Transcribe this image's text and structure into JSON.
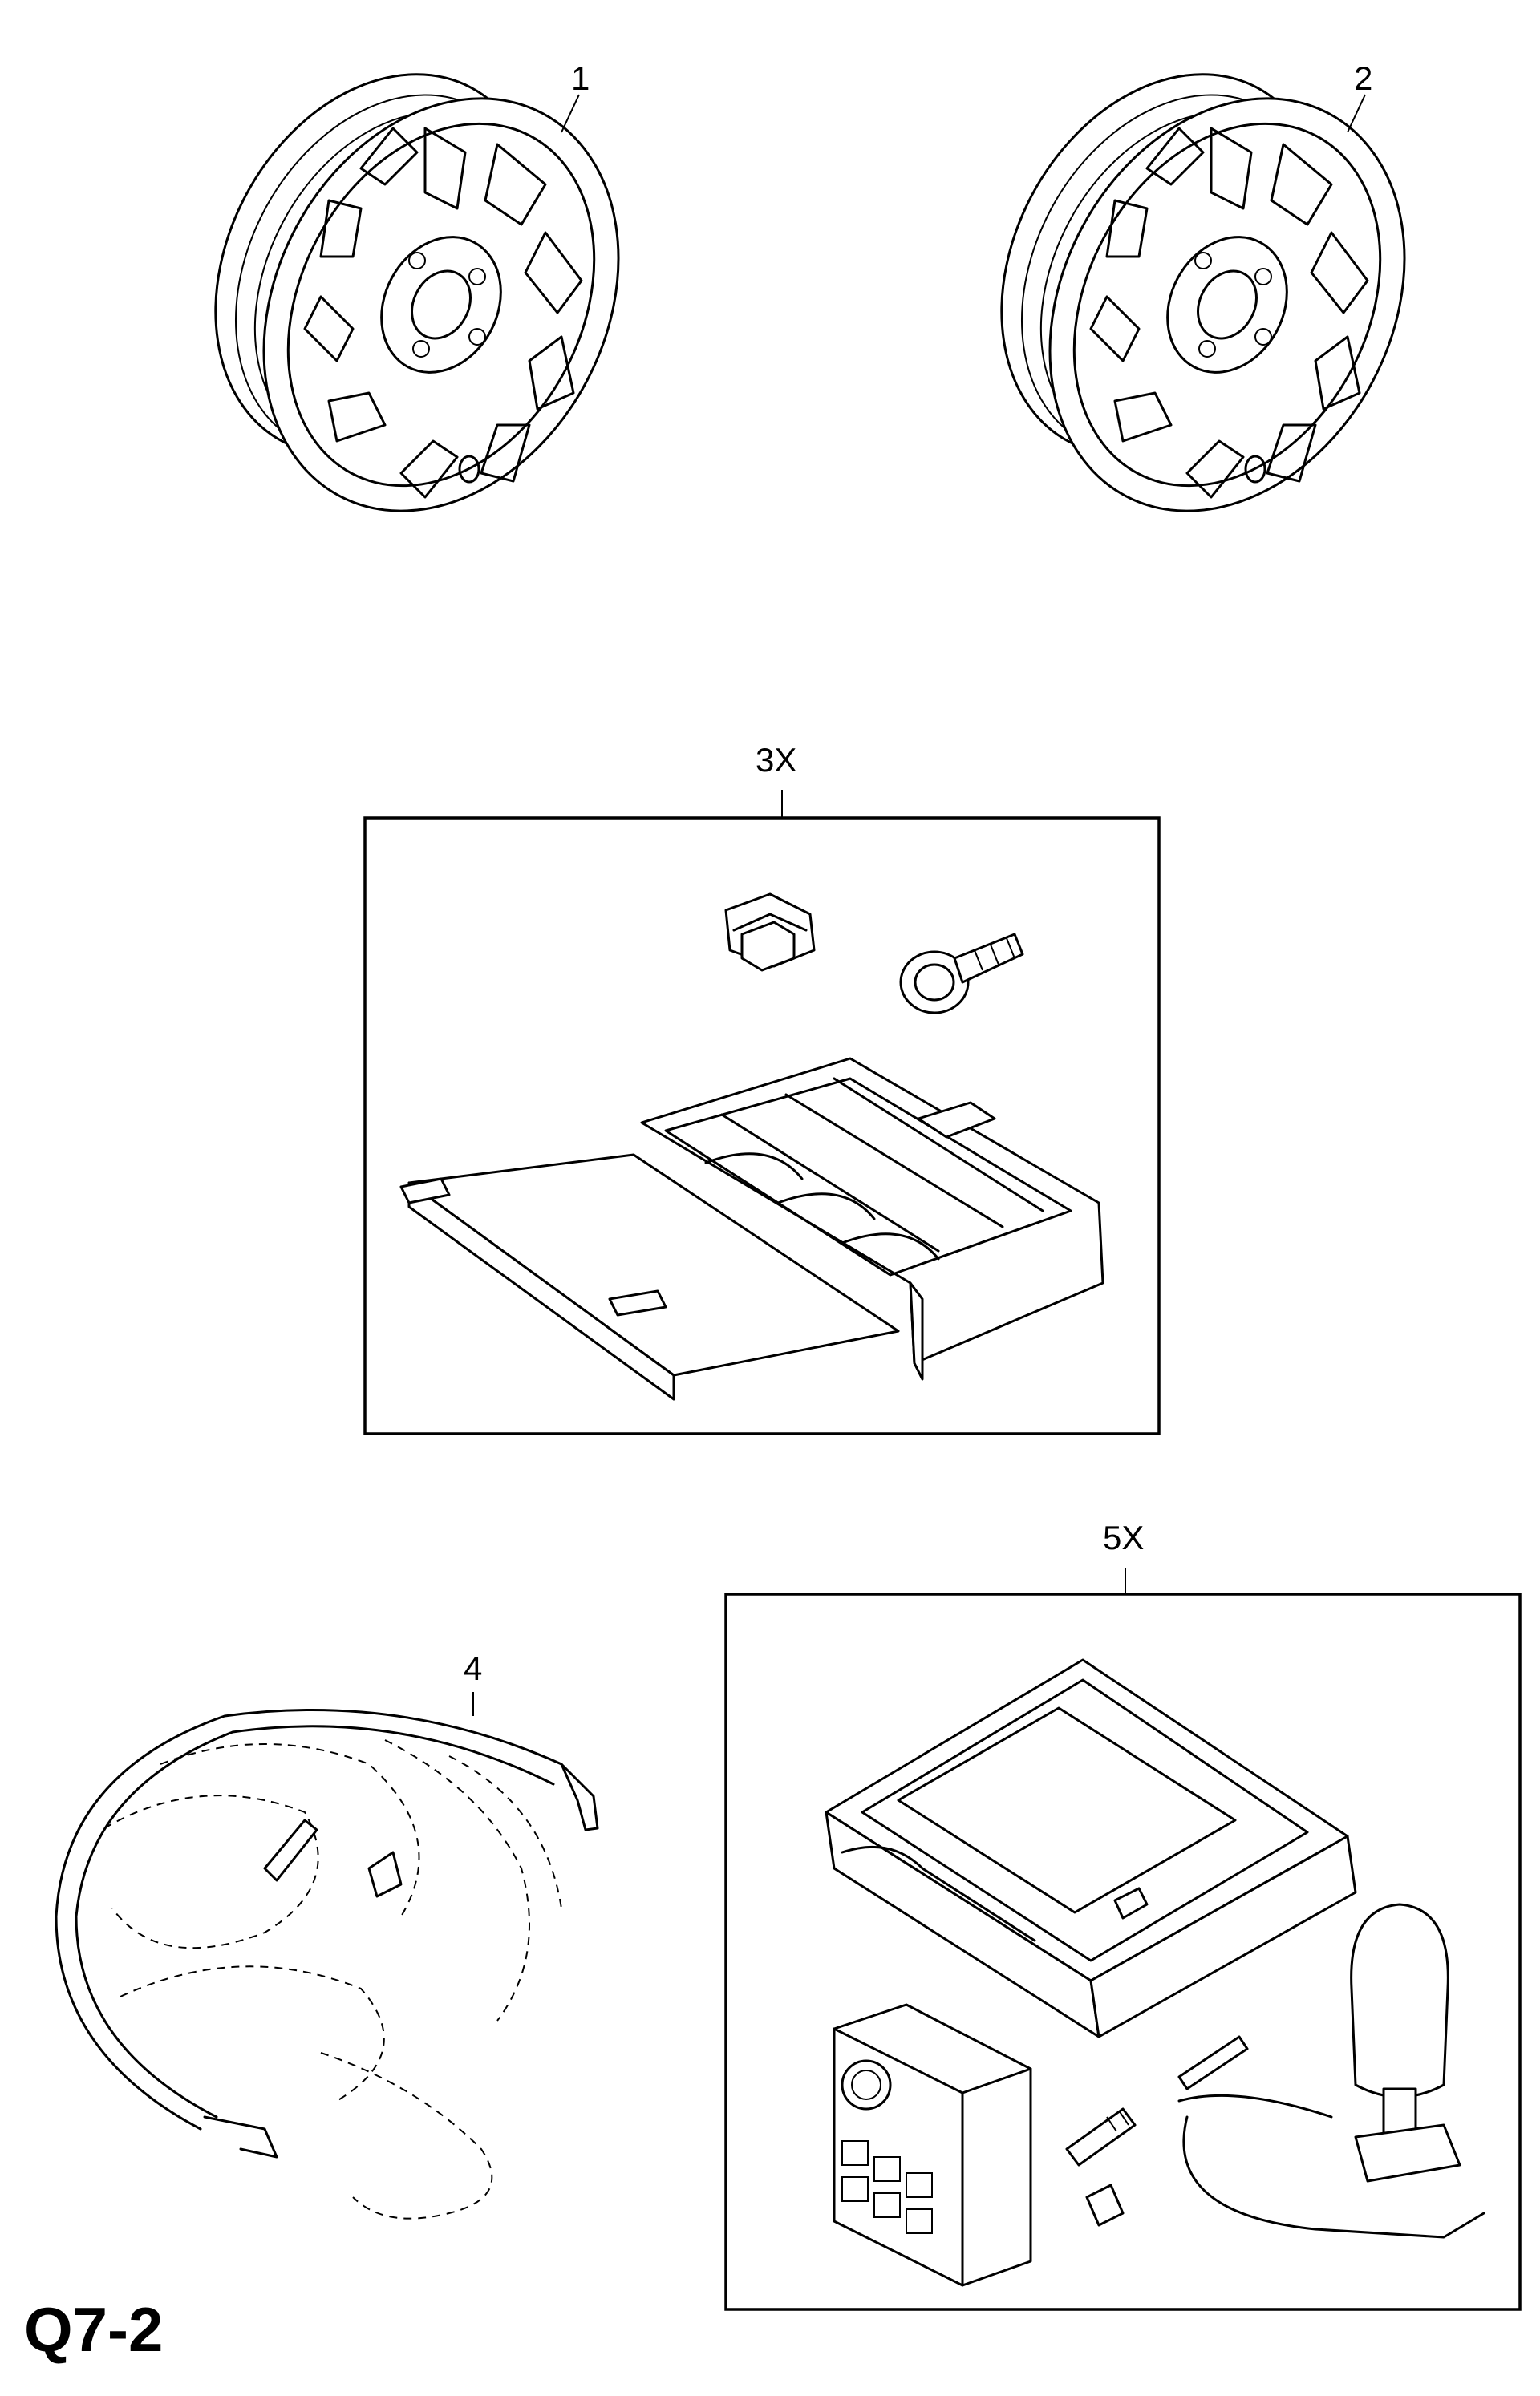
{
  "callouts": {
    "wheel_1": "1",
    "wheel_2": "2",
    "locking_bolt_kit": "3X",
    "snow_chains": "4",
    "tire_repair_kit": "5X"
  },
  "page_code": "Q7-2"
}
